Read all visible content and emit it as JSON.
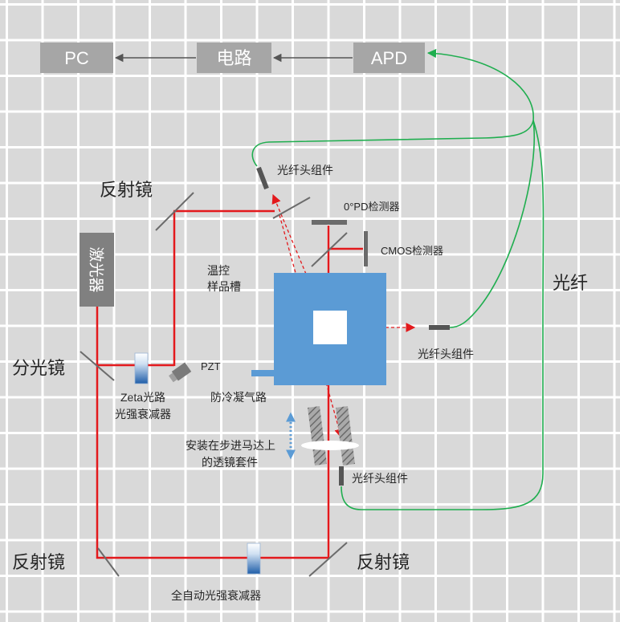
{
  "top_chain": {
    "pc": "PC",
    "circuit": "电路",
    "apd": "APD"
  },
  "labels": {
    "mirror_upper_left": "反射镜",
    "fiber_head_upper": "光纤头组件",
    "pd_detector_0deg": "0°PD检测器",
    "cmos_detector": "CMOS检测器",
    "sample_holder_line1": "温控",
    "sample_holder_line2": "样品槽",
    "fiber": "光纤",
    "laser": "激光器",
    "fiber_head_right": "光纤头组件",
    "beam_splitter": "分光镜",
    "pzt": "PZT",
    "zeta_attenuator_line1": "Zeta光路",
    "zeta_attenuator_line2": "光强衰减器",
    "anti_condensation_gas": "防冷凝气路",
    "lens_kit_line1": "安装在步进马达上",
    "lens_kit_line2": "的透镜套件",
    "fiber_head_lower": "光纤头组件",
    "mirror_lower_left": "反射镜",
    "mirror_lower_right": "反射镜",
    "auto_attenuator": "全自动光强衰减器"
  },
  "colors": {
    "grid_background": "#d9d9d9",
    "grid_lines": "#ffffff",
    "block": "#a6a6a6",
    "laser_block": "#808080",
    "block_text": "#ffffff",
    "laser_beam": "#e3191c",
    "fiber": "#1fae4f",
    "sample_cell": "#5b9bd5",
    "component": "#6b6b6b",
    "label_text": "#262626",
    "attenuator_dark": "#1f5ea8"
  }
}
